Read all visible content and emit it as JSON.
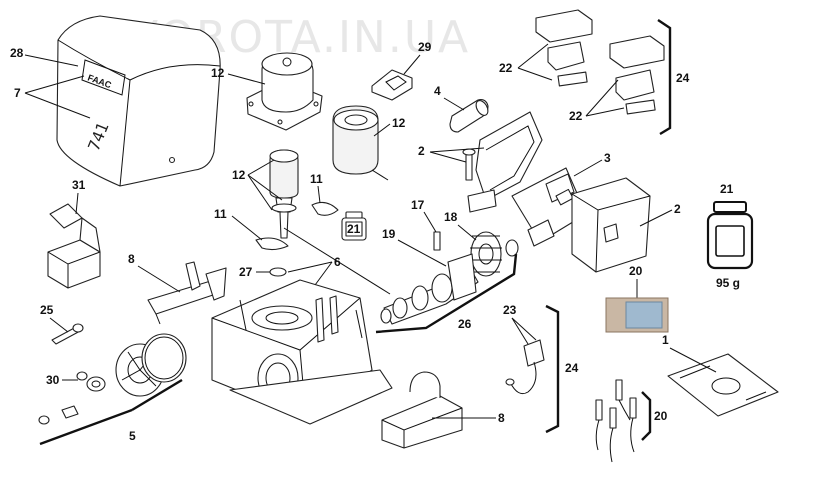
{
  "watermark": "VOROTA.IN.UA",
  "labels": {
    "p1": "1",
    "p2a": "2",
    "p2b": "2",
    "p3": "3",
    "p4": "4",
    "p5": "5",
    "p6": "6",
    "p7": "7",
    "p8a": "8",
    "p8b": "8",
    "p11a": "11",
    "p11b": "11",
    "p12a": "12",
    "p12b": "12",
    "p12c": "12",
    "p17": "17",
    "p18": "18",
    "p19": "19",
    "p20a": "20",
    "p20b": "20",
    "p21a": "21",
    "p21b": "21",
    "p22a": "22",
    "p22b": "22",
    "p23": "23",
    "p24a": "24",
    "p24b": "24",
    "p25": "25",
    "p26": "26",
    "p27": "27",
    "p28": "28",
    "p29": "29",
    "p30": "30",
    "p31": "31"
  },
  "grease_weight": "95 g",
  "cover_logo": "FAAC",
  "cover_model": "741"
}
